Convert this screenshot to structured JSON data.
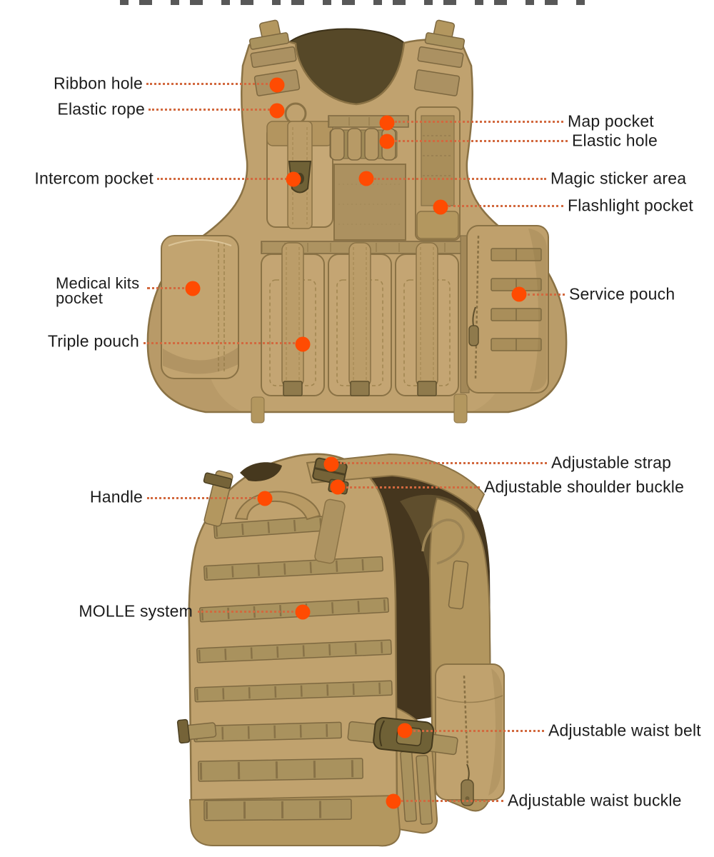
{
  "figure": {
    "type": "annotated-product-diagram",
    "subject": "tactical molle vest",
    "views": [
      "front",
      "side"
    ]
  },
  "colors": {
    "background": "#ffffff",
    "accent_dot": "#ff4b02",
    "leader_line": "#d2693f",
    "label_text": "#1c1c1c",
    "vest_tan": "#c0a26e",
    "vest_webbing": "#a9925e",
    "vest_stitch": "#7d6840",
    "vest_shadow": "#8a7245",
    "vest_interior": "#46381f"
  },
  "callouts": {
    "ribbon_hole": {
      "label": "Ribbon hole"
    },
    "elastic_rope": {
      "label": "Elastic rope"
    },
    "intercom_pocket": {
      "label": "Intercom pocket"
    },
    "medical_kits_pocket": {
      "label": "Medical kits pocket",
      "line1": "Medical kits",
      "line2": "pocket"
    },
    "triple_pouch": {
      "label": "Triple pouch"
    },
    "map_pocket": {
      "label": "Map pocket"
    },
    "elastic_hole": {
      "label": "Elastic hole"
    },
    "magic_sticker_area": {
      "label": "Magic sticker area"
    },
    "flashlight_pocket": {
      "label": "Flashlight pocket"
    },
    "service_pouch": {
      "label": "Service pouch"
    },
    "adjustable_strap": {
      "label": "Adjustable strap"
    },
    "adjustable_shoulder_buckle": {
      "label": "Adjustable shoulder buckle"
    },
    "handle": {
      "label": "Handle"
    },
    "molle_system": {
      "label": "MOLLE system"
    },
    "adjustable_waist_belt": {
      "label": "Adjustable waist belt"
    },
    "adjustable_waist_buckle": {
      "label": "Adjustable waist buckle"
    }
  }
}
